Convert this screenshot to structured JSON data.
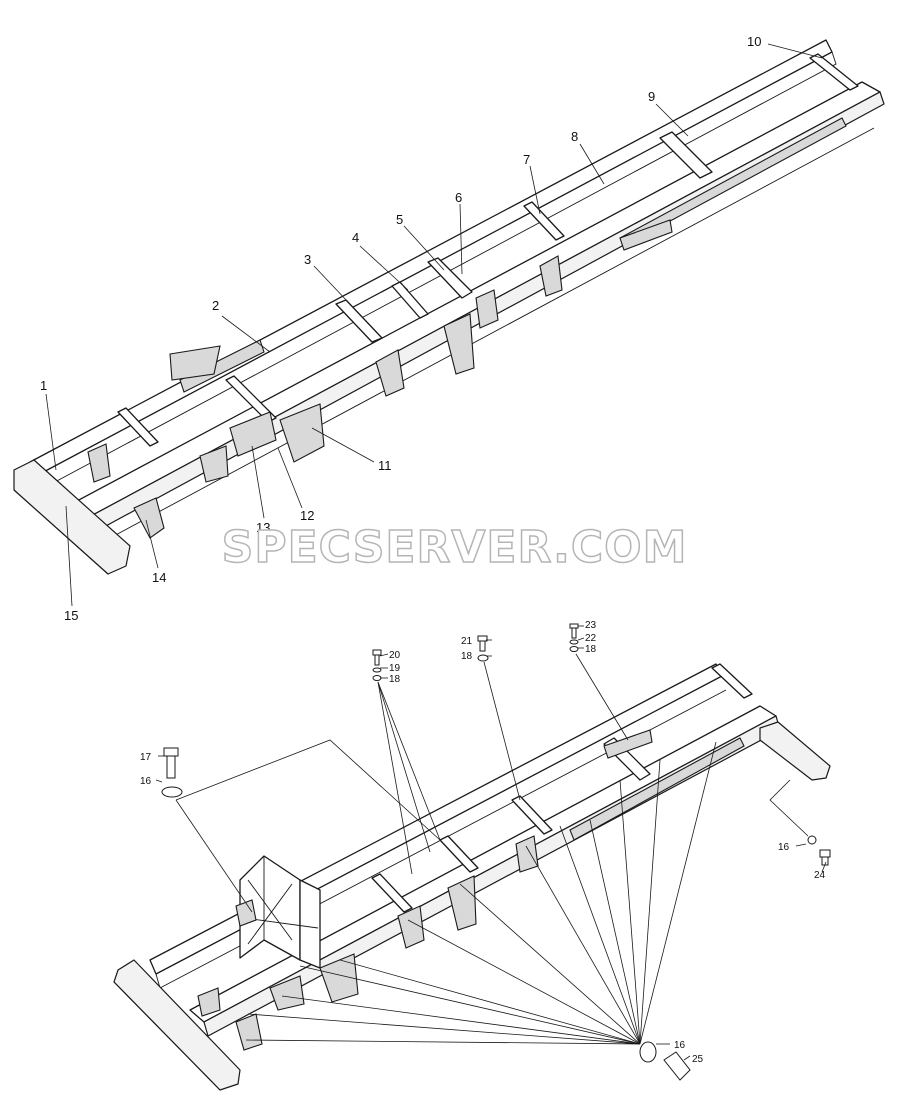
{
  "watermark": "SPECSERVER.COM",
  "top_view": {
    "callouts": [
      "1",
      "2",
      "3",
      "4",
      "5",
      "6",
      "7",
      "8",
      "9",
      "10",
      "11",
      "12",
      "13",
      "14",
      "15"
    ]
  },
  "bottom_view": {
    "callouts": [
      "16",
      "17",
      "18",
      "19",
      "20",
      "21",
      "18",
      "23",
      "22",
      "18",
      "16",
      "24",
      "16",
      "25"
    ]
  }
}
